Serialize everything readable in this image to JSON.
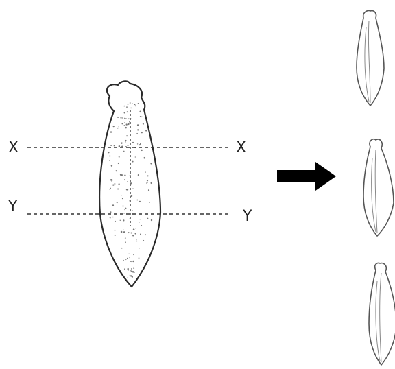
{
  "labels": {
    "cut_x_left": "X",
    "cut_x_right": "X",
    "cut_y_left": "Y",
    "cut_y_right": "Y"
  },
  "colors": {
    "line": "#2a2a2a",
    "arrow": "#000000",
    "background": "#ffffff"
  },
  "icons": {
    "arrow": "arrow-right-icon"
  }
}
